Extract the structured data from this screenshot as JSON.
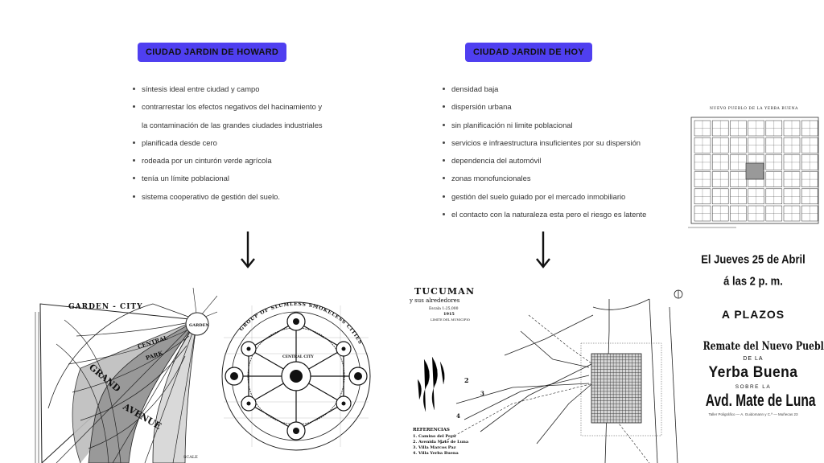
{
  "left": {
    "title": "CIUDAD JARDIN DE HOWARD",
    "items": [
      "síntesis ideal entre ciudad y campo",
      "contrarrestar los efectos negativos del hacinamiento y",
      "la contaminación de las grandes ciudades industriales",
      "planificada desde cero",
      "rodeada por un cinturón verde agrícola",
      "tenía un límite poblacional",
      "sistema cooperativo de gestión del suelo."
    ]
  },
  "right": {
    "title": "CIUDAD JARDIN DE HOY",
    "items": [
      "densidad baja",
      "dispersión urbana",
      "sin planificación ni limite poblacional",
      "servicios e infraestructura insuficientes por su dispersión",
      "dependencia del automóvil",
      "zonas monofuncionales",
      "gestión del suelo guiado por el mercado inmobiliario",
      "el contacto con la naturaleza esta pero el riesgo es latente"
    ]
  },
  "garden_city_map": {
    "title": "GARDEN - CITY",
    "labels": {
      "grand": "GRAND",
      "avenue": "AVENUE",
      "central": "CENTRAL",
      "park": "PARK",
      "garden": "GARDEN",
      "scale": "SCALE"
    }
  },
  "slumless_diagram": {
    "ring_text": "GROUP OF SLUMLESS SMOKELESS CITIES",
    "sub_text": "CENTRAL CITY"
  },
  "tucuman_map": {
    "title": "TUCUMAN",
    "subtitle": "y sus alrededores",
    "scale": "Escala 1:25,000",
    "year": "1915",
    "limit": "LIMITE DEL MUNICIPIO",
    "refs_title": "REFERENCIAS",
    "refs": [
      "1. Camino del Perú",
      "2. Avenida Mate de Luna",
      "3. Villa Marcos Paz",
      "4. Villa Yerba Buena"
    ],
    "markers": [
      "2",
      "3",
      "4"
    ]
  },
  "plan": {
    "title": "NUEVO PUEBLO DE LA YERBA BUENA"
  },
  "poster": {
    "line1": "El Jueves 25 de Abril",
    "line2": "á las 2 p. m.",
    "line3": "A PLAZOS",
    "line4": "Remate del Nuevo Pueblo",
    "line5": "DE LA",
    "line6": "Yerba Buena",
    "line7": "SOBRE LA",
    "line8": "Avd. Mate de Luna",
    "line9": "Taller Poligráfico — A. Guidomann y C.ª — Muñecas 23"
  },
  "colors": {
    "accent": "#4f3ff0"
  },
  "icons": [
    "arrow-down-icon"
  ]
}
